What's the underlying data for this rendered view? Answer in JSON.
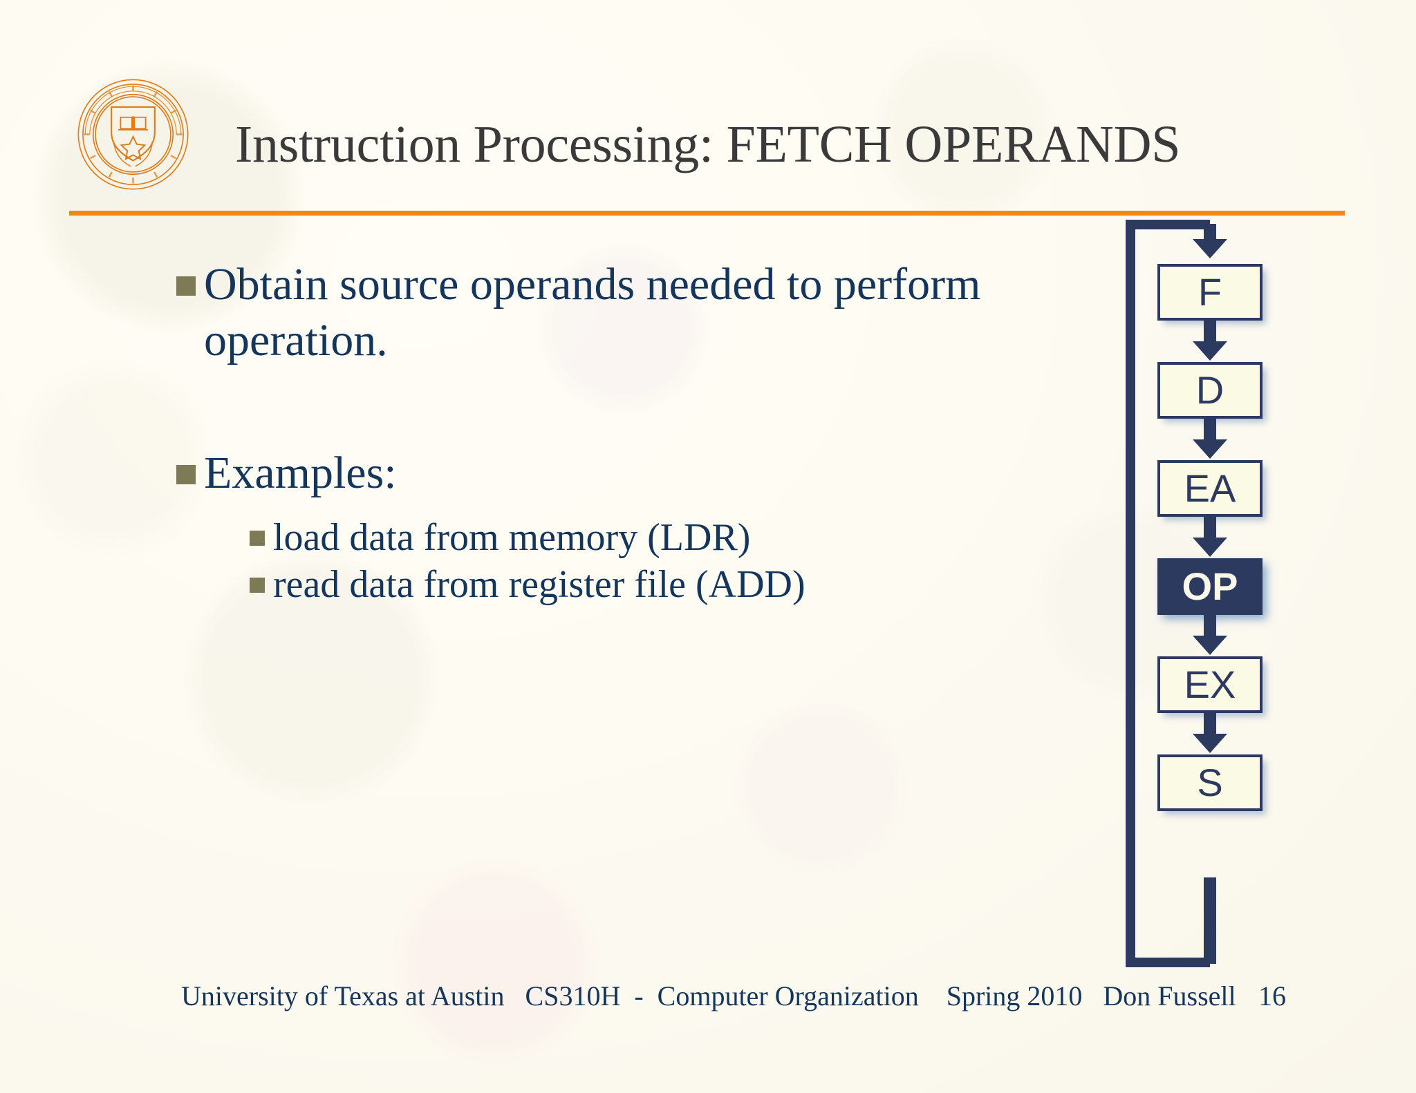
{
  "header": {
    "title": "Instruction Processing: FETCH OPERANDS",
    "logo_name": "university-of-texas-seal",
    "rule_color": "#f08811"
  },
  "body": {
    "bullets": [
      {
        "level": 1,
        "text": "Obtain source operands needed to perform operation."
      },
      {
        "level": 1,
        "text": "Examples:"
      },
      {
        "level": 2,
        "text": "load data from memory (LDR)"
      },
      {
        "level": 2,
        "text": "read data from register file (ADD)"
      }
    ],
    "bullet_marker_color": "#7d7a56",
    "text_color": "#14355c"
  },
  "pipeline": {
    "stages": [
      {
        "label": "F",
        "highlighted": false
      },
      {
        "label": "D",
        "highlighted": false
      },
      {
        "label": "EA",
        "highlighted": false
      },
      {
        "label": "OP",
        "highlighted": true
      },
      {
        "label": "EX",
        "highlighted": false
      },
      {
        "label": "S",
        "highlighted": false
      }
    ],
    "box_fill": "#fbfae4",
    "box_border": "#2b3a5e",
    "highlight_fill": "#2b3a5e",
    "highlight_text": "#faf8e8"
  },
  "footer": {
    "text": "University of Texas at Austin   CS310H  -  Computer Organization    Spring 2010   Don Fussell",
    "page_number": "16"
  }
}
